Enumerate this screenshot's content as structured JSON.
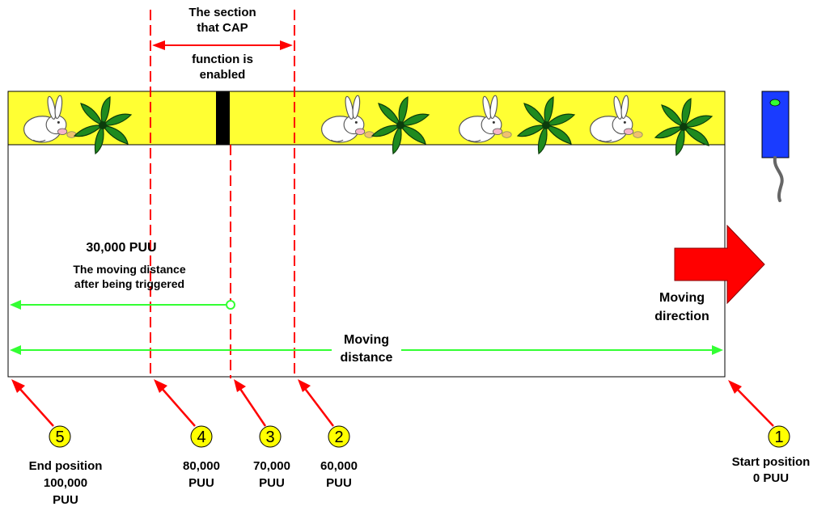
{
  "cap_section": {
    "line1": "The section",
    "line2": "that CAP",
    "line3": "function is",
    "line4": "enabled"
  },
  "triggered": {
    "distance": "30,000 PUU",
    "line1": "The moving distance",
    "line2": "after  being triggered"
  },
  "moving_distance": {
    "line1": "Moving",
    "line2": "distance"
  },
  "direction": {
    "line1": "Moving",
    "line2": "direction"
  },
  "markers": [
    {
      "num": "1",
      "line1": "Start position",
      "line2": "0 PUU",
      "line3": ""
    },
    {
      "num": "2",
      "line1": "60,000",
      "line2": "PUU",
      "line3": ""
    },
    {
      "num": "3",
      "line1": "70,000",
      "line2": "PUU",
      "line3": ""
    },
    {
      "num": "4",
      "line1": "80,000",
      "line2": "PUU",
      "line3": ""
    },
    {
      "num": "5",
      "line1": "End position",
      "line2": "100,000",
      "line3": "PUU"
    }
  ],
  "colors": {
    "strip": "#ffff33",
    "dashed": "#ff0000",
    "green_arrow": "#33ff33",
    "red_arrow": "#ff0000",
    "marker_fill": "#ffff00",
    "sensor": "#1a3cff"
  }
}
